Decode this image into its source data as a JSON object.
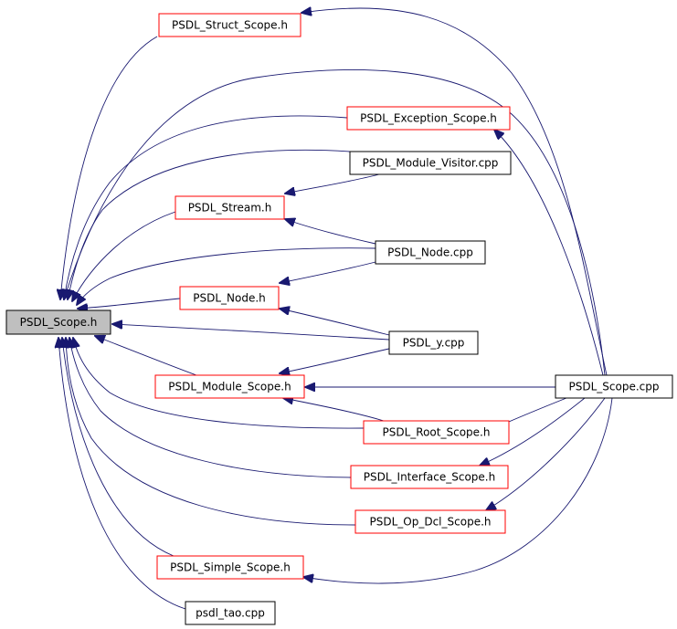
{
  "graph": {
    "nodes": [
      {
        "id": "psdl_scope_h",
        "label": "PSDL_Scope.h",
        "border": "#000000",
        "fill": "#bfbfbf"
      },
      {
        "id": "psdl_struct_scope_h",
        "label": "PSDL_Struct_Scope.h",
        "border": "#ff0000",
        "fill": "#ffffff"
      },
      {
        "id": "psdl_exception_scope_h",
        "label": "PSDL_Exception_Scope.h",
        "border": "#ff0000",
        "fill": "#ffffff"
      },
      {
        "id": "psdl_module_visitor_cpp",
        "label": "PSDL_Module_Visitor.cpp",
        "border": "#000000",
        "fill": "#ffffff"
      },
      {
        "id": "psdl_stream_h",
        "label": "PSDL_Stream.h",
        "border": "#ff0000",
        "fill": "#ffffff"
      },
      {
        "id": "psdl_node_cpp",
        "label": "PSDL_Node.cpp",
        "border": "#000000",
        "fill": "#ffffff"
      },
      {
        "id": "psdl_node_h",
        "label": "PSDL_Node.h",
        "border": "#ff0000",
        "fill": "#ffffff"
      },
      {
        "id": "psdl_y_cpp",
        "label": "PSDL_y.cpp",
        "border": "#000000",
        "fill": "#ffffff"
      },
      {
        "id": "psdl_module_scope_h",
        "label": "PSDL_Module_Scope.h",
        "border": "#ff0000",
        "fill": "#ffffff"
      },
      {
        "id": "psdl_scope_cpp",
        "label": "PSDL_Scope.cpp",
        "border": "#000000",
        "fill": "#ffffff"
      },
      {
        "id": "psdl_root_scope_h",
        "label": "PSDL_Root_Scope.h",
        "border": "#ff0000",
        "fill": "#ffffff"
      },
      {
        "id": "psdl_interface_scope_h",
        "label": "PSDL_Interface_Scope.h",
        "border": "#ff0000",
        "fill": "#ffffff"
      },
      {
        "id": "psdl_op_dcl_scope_h",
        "label": "PSDL_Op_Dcl_Scope.h",
        "border": "#ff0000",
        "fill": "#ffffff"
      },
      {
        "id": "psdl_simple_scope_h",
        "label": "PSDL_Simple_Scope.h",
        "border": "#ff0000",
        "fill": "#ffffff"
      },
      {
        "id": "psdl_tao_cpp",
        "label": "psdl_tao.cpp",
        "border": "#000000",
        "fill": "#ffffff"
      }
    ],
    "edges": [
      {
        "from": "psdl_struct_scope_h",
        "to": "psdl_scope_h"
      },
      {
        "from": "psdl_exception_scope_h",
        "to": "psdl_scope_h"
      },
      {
        "from": "psdl_module_visitor_cpp",
        "to": "psdl_scope_h"
      },
      {
        "from": "psdl_module_visitor_cpp",
        "to": "psdl_stream_h"
      },
      {
        "from": "psdl_stream_h",
        "to": "psdl_scope_h"
      },
      {
        "from": "psdl_node_cpp",
        "to": "psdl_scope_h"
      },
      {
        "from": "psdl_node_cpp",
        "to": "psdl_stream_h"
      },
      {
        "from": "psdl_node_cpp",
        "to": "psdl_node_h"
      },
      {
        "from": "psdl_node_h",
        "to": "psdl_scope_h"
      },
      {
        "from": "psdl_y_cpp",
        "to": "psdl_scope_h"
      },
      {
        "from": "psdl_y_cpp",
        "to": "psdl_node_h"
      },
      {
        "from": "psdl_y_cpp",
        "to": "psdl_module_scope_h"
      },
      {
        "from": "psdl_module_scope_h",
        "to": "psdl_scope_h"
      },
      {
        "from": "psdl_scope_cpp",
        "to": "psdl_struct_scope_h"
      },
      {
        "from": "psdl_scope_cpp",
        "to": "psdl_scope_h"
      },
      {
        "from": "psdl_scope_cpp",
        "to": "psdl_exception_scope_h"
      },
      {
        "from": "psdl_scope_cpp",
        "to": "psdl_module_scope_h"
      },
      {
        "from": "psdl_scope_cpp",
        "to": "psdl_root_scope_h"
      },
      {
        "from": "psdl_scope_cpp",
        "to": "psdl_interface_scope_h"
      },
      {
        "from": "psdl_scope_cpp",
        "to": "psdl_op_dcl_scope_h"
      },
      {
        "from": "psdl_scope_cpp",
        "to": "psdl_simple_scope_h"
      },
      {
        "from": "psdl_root_scope_h",
        "to": "psdl_scope_h"
      },
      {
        "from": "psdl_root_scope_h",
        "to": "psdl_module_scope_h"
      },
      {
        "from": "psdl_interface_scope_h",
        "to": "psdl_scope_h"
      },
      {
        "from": "psdl_op_dcl_scope_h",
        "to": "psdl_scope_h"
      },
      {
        "from": "psdl_simple_scope_h",
        "to": "psdl_scope_h"
      },
      {
        "from": "psdl_tao_cpp",
        "to": "psdl_scope_h"
      }
    ],
    "edge_color": "#191970",
    "arrow_color": "#191970"
  }
}
